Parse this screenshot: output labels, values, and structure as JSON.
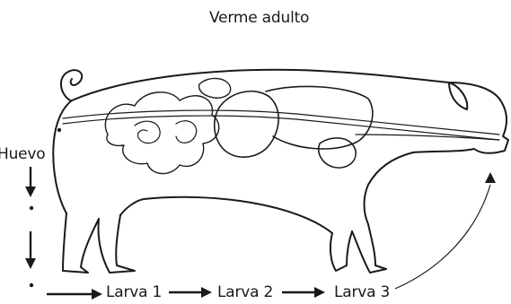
{
  "diagram": {
    "title": "Verme adulto",
    "stage_egg": "Huevo",
    "stage_larva1": "Larva 1",
    "stage_larva2": "Larva 2",
    "stage_larva3": "Larva 3"
  }
}
